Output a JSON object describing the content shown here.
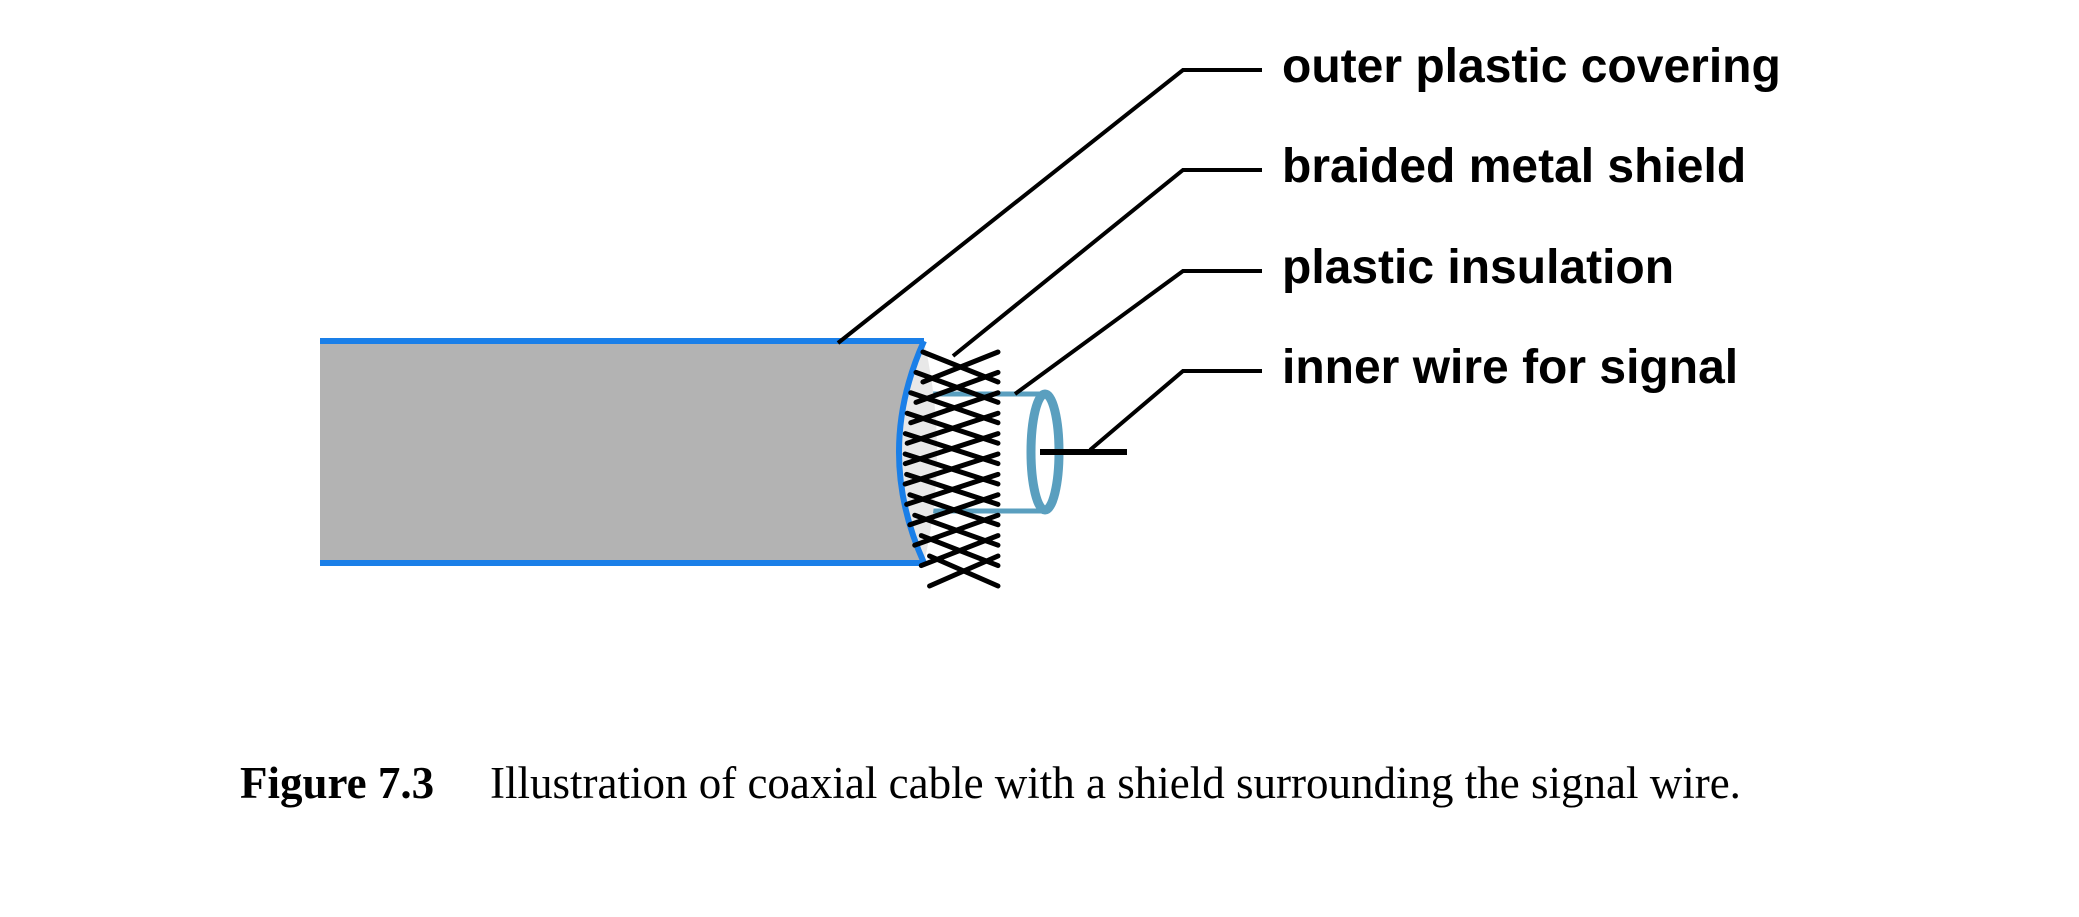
{
  "diagram": {
    "labels": {
      "outer_covering": "outer plastic covering",
      "braided_shield": "braided metal shield",
      "insulation": "plastic insulation",
      "inner_wire": "inner wire for signal"
    },
    "colors": {
      "jacket_fill": "#b3b3b3",
      "jacket_edge": "#1a7fe8",
      "insulation_stroke": "#5a9fbf",
      "braid": "#000000",
      "leader": "#000000"
    }
  },
  "caption": {
    "number": "Figure 7.3",
    "text": "Illustration of coaxial cable with a shield surrounding the signal wire."
  }
}
